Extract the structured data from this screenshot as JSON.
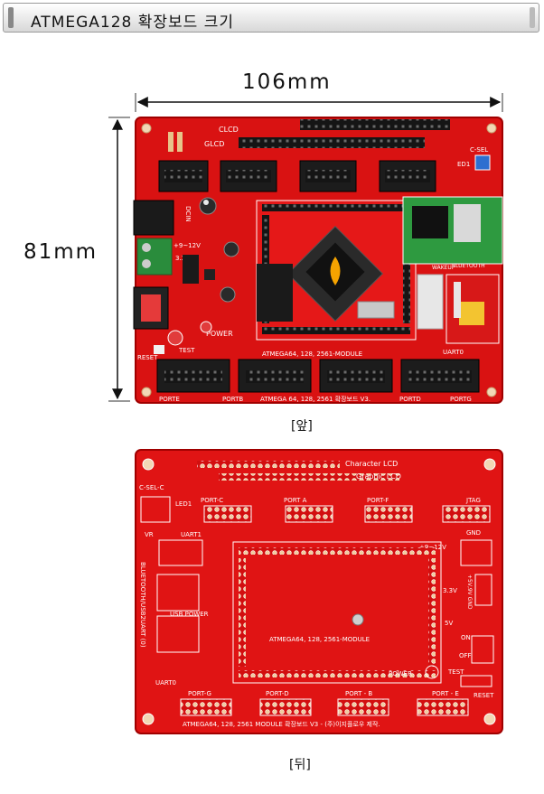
{
  "header": {
    "title": "ATMEGA128 확장보드 크기"
  },
  "dimensions": {
    "width": "106mm",
    "height": "81mm"
  },
  "front": {
    "caption": "[앞]",
    "labels": {
      "clcd": "CLCD",
      "glcd": "GLCD",
      "dcin": "DCIN",
      "v912": "+9~12V",
      "v33": "3.3V",
      "power": "POWER",
      "reset": "RESET",
      "test": "TEST",
      "module": "ATMEGA64, 128, 2561-MODULE",
      "bottom": "ATMEGA 64, 128, 2561 확장보드 V3.",
      "porte": "PORTE",
      "portb": "PORTB",
      "portd": "PORTD",
      "portg": "PORTG",
      "uart0": "UART0",
      "ed1": "ED1",
      "csel": "C-SEL",
      "bluetooth": "BLUETOOTH",
      "wakeup": "WAKEUP"
    }
  },
  "back": {
    "caption": "[뒤]",
    "labels": {
      "charlcd": "Character LCD",
      "glcd": "Graphic LCD",
      "csel": "C-SEL-C",
      "led1": "LED1",
      "portc": "PORT-C",
      "porta": "PORT A",
      "portf": "PORT-F",
      "jtag": "JTAG",
      "vr": "VR",
      "uart1": "UART1",
      "v912": "+9~12V",
      "gnd": "GND",
      "bt": "BLUETOOTH/USB2UART (0)",
      "usbpower": "USB POWER",
      "v33": "3.3V",
      "v5": "5V",
      "module": "ATMEGA64, 128, 2561-MODULE",
      "on": "ON",
      "off": "OFF",
      "uart0": "UART0",
      "power": "POWER",
      "test": "TEST",
      "portg": "PORT-G",
      "portd": "PORT-D",
      "portb": "PORT - B",
      "porte": "PORT - E",
      "reset": "RESET",
      "gnd2": "+5V,9V GND",
      "bottom": "ATMEGA64, 128, 2561 MODULE 확장보드 V3 - (주)이지플로우 제작."
    }
  },
  "colors": {
    "board": "#e01010",
    "board_dark": "#b80808",
    "silk": "#ffffff",
    "header": "#1b1b1b"
  }
}
